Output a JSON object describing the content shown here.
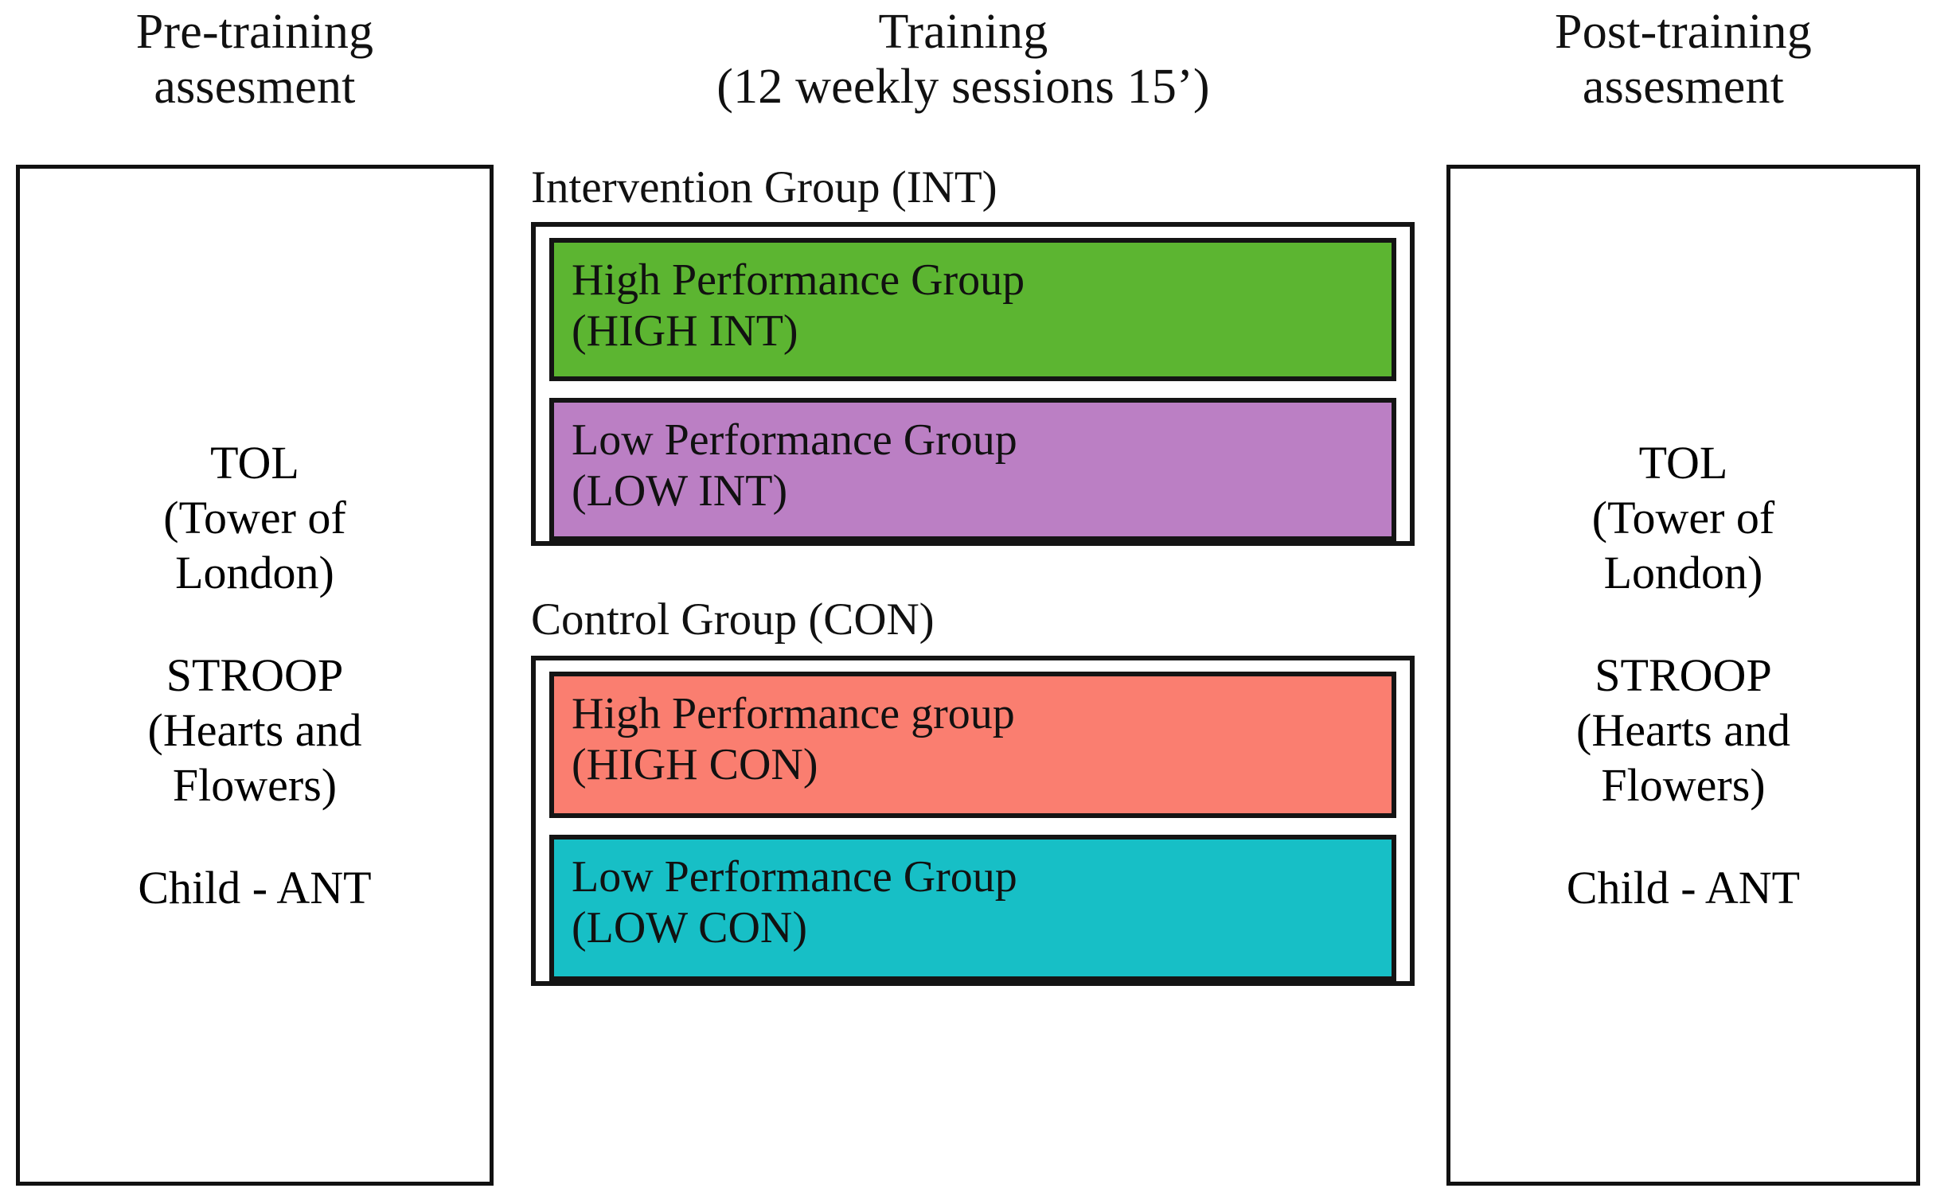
{
  "columns": {
    "pre": {
      "header_line1": "Pre-training",
      "header_line2": "assesment"
    },
    "training": {
      "header_line1": "Training",
      "header_line2": "(12 weekly sessions 15’)"
    },
    "post": {
      "header_line1": "Post-training",
      "header_line2": "assesment"
    }
  },
  "assessments": {
    "pre": [
      {
        "name": "TOL",
        "detail": "(Tower of",
        "detail2": "London)"
      },
      {
        "name": "STROOP",
        "detail": "(Hearts and",
        "detail2": "Flowers)"
      },
      {
        "name": "Child - ANT",
        "detail": "",
        "detail2": ""
      }
    ],
    "post": [
      {
        "name": "TOL",
        "detail": "(Tower of",
        "detail2": "London)"
      },
      {
        "name": "STROOP",
        "detail": "(Hearts and",
        "detail2": "Flowers)"
      },
      {
        "name": "Child - ANT",
        "detail": "",
        "detail2": ""
      }
    ]
  },
  "groups": [
    {
      "label": "Intervention Group (INT)",
      "subgroups": [
        {
          "line1": "High Performance Group",
          "line2": "(HIGH INT)",
          "color": "#5CB531",
          "code": "HIGH INT"
        },
        {
          "line1": "Low Performance Group",
          "line2": "(LOW INT)",
          "color": "#BB7FC4",
          "code": "LOW INT"
        }
      ]
    },
    {
      "label": "Control Group (CON)",
      "subgroups": [
        {
          "line1": "High Performance group",
          "line2": "(HIGH CON)",
          "color": "#FA7E70",
          "code": "HIGH CON"
        },
        {
          "line1": "Low Performance Group",
          "line2": "(LOW CON)",
          "color": "#17BFC6",
          "code": "LOW CON"
        }
      ]
    }
  ],
  "colors": {
    "high_int": "#5CB531",
    "low_int": "#BB7FC4",
    "high_con": "#FA7E70",
    "low_con": "#17BFC6",
    "border": "#141414",
    "background": "#FFFFFF",
    "text": "#111111"
  }
}
